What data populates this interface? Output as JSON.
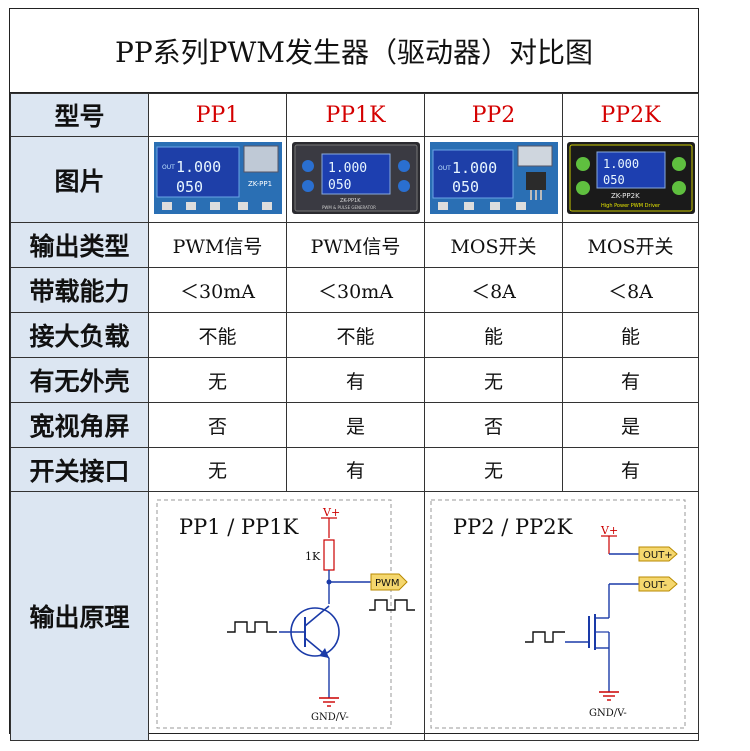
{
  "title": "PP系列PWM发生器（驱动器）对比图",
  "header": {
    "label": "型号",
    "models": [
      "PP1",
      "PP1K",
      "PP2",
      "PP2K"
    ]
  },
  "rows": [
    {
      "label": "图片"
    },
    {
      "label": "输出类型",
      "values": [
        "PWM信号",
        "PWM信号",
        "MOS开关",
        "MOS开关"
      ]
    },
    {
      "label": "带载能力",
      "values": [
        "＜30mA",
        "＜30mA",
        "＜8A",
        "＜8A"
      ]
    },
    {
      "label": "接大负载",
      "values": [
        "不能",
        "不能",
        "能",
        "能"
      ]
    },
    {
      "label": "有无外壳",
      "values": [
        "无",
        "有",
        "无",
        "有"
      ]
    },
    {
      "label": "宽视角屏",
      "values": [
        "否",
        "是",
        "否",
        "是"
      ]
    },
    {
      "label": "开关接口",
      "values": [
        "无",
        "有",
        "无",
        "有"
      ]
    }
  ],
  "boards": [
    {
      "line1": "1.000",
      "line2": "050",
      "tag": "ZK-PP1"
    },
    {
      "line1": "1.000",
      "line2": "050",
      "tag": "ZK-PP1K",
      "sub": "PWM & PULSE GENERATOR"
    },
    {
      "line1": "1.000",
      "line2": "050",
      "tag": ""
    },
    {
      "line1": "1.000",
      "line2": "050",
      "tag": "ZK-PP2K",
      "sub": "High Power PWM Driver"
    }
  ],
  "principle": {
    "label": "输出原理",
    "left": {
      "title": "PP1 / PP1K",
      "vplus": "V+",
      "resistor": "1K",
      "out": "PWM",
      "gnd": "GND/V-"
    },
    "right": {
      "title": "PP2 / PP2K",
      "vplus": "V+",
      "out_plus": "OUT+",
      "out_minus": "OUT-",
      "gnd": "GND/V-"
    }
  },
  "colors": {
    "label_bg": "#dce6f2",
    "model_text": "#d40000",
    "circuit": "#cc0000",
    "wire": "#1a3aa8"
  }
}
